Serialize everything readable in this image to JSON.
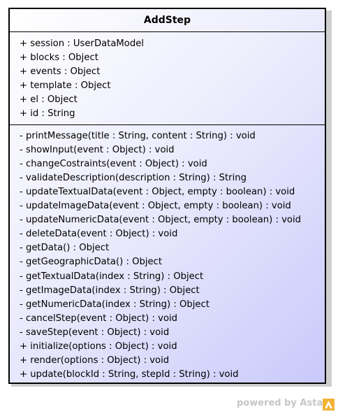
{
  "class": {
    "name": "AddStep",
    "attributes": [
      "+ session : UserDataModel",
      "+ blocks : Object",
      "+ events : Object",
      "+ template : Object",
      "+ el : Object",
      "+ id : String"
    ],
    "operations": [
      "- printMessage(title : String, content : String) : void",
      "- showInput(event : Object) : void",
      "- changeCostraints(event : Object) : void",
      "- validateDescription(description : String) : String",
      "- updateTextualData(event : Object, empty : boolean) : void",
      "- updateImageData(event : Object, empty : boolean) : void",
      "- updateNumericData(event : Object, empty : boolean) : void",
      "- deleteData(event : Object) : void",
      "- getData() : Object",
      "- getGeographicData() : Object",
      "- getTextualData(index : String) : Object",
      "- getImageData(index : String) : Object",
      "- getNumericData(index : String) : Object",
      "- cancelStep(event : Object) : void",
      "- saveStep(event : Object) : void",
      "+ initialize(options : Object) : void",
      "+ render(options : Object) : void",
      "+ update(blockId : String, stepId : String) : void"
    ]
  },
  "watermark": {
    "text": "powered by Astah",
    "logo_icon": "astah-logo-icon",
    "logo_color": "#f2b233"
  }
}
